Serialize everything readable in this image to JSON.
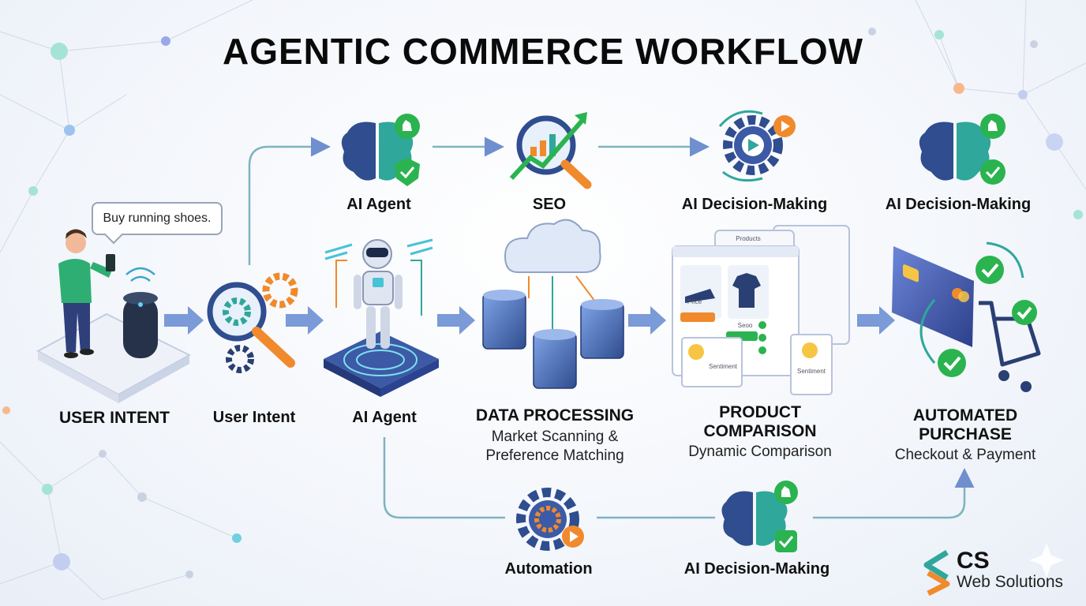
{
  "title": "AGENTIC COMMERCE WORKFLOW",
  "speech_bubble": "Buy running shoes.",
  "stages": {
    "user_intent_main": "USER INTENT",
    "user_intent": "User Intent",
    "ai_agent": "AI Agent",
    "data_processing_title": "DATA PROCESSING",
    "data_processing_sub1": "Market Scanning &",
    "data_processing_sub2": "Preference Matching",
    "product_comparison_title1": "PRODUCT",
    "product_comparison_title2": "COMPARISON",
    "product_comparison_sub": "Dynamic Comparison",
    "automated_purchase_title1": "AUTOMATED",
    "automated_purchase_title2": "PURCHASE",
    "automated_purchase_sub": "Checkout & Payment"
  },
  "top_row": {
    "ai_agent": "AI Agent",
    "seo": "SEO",
    "decision1": "AI Decision-Making",
    "decision2": "AI Decision-Making"
  },
  "bottom_row": {
    "automation": "Automation",
    "decision": "AI Decision-Making"
  },
  "screen_texts": {
    "products": "Products",
    "price": "Price",
    "seoo": "Seoo",
    "sentiment1": "Sentiment",
    "sentiment2": "Sentiment"
  },
  "logo": {
    "mark": "CS",
    "name": "Web Solutions"
  },
  "colors": {
    "arrow": "#6f8fcf",
    "connector": "#5aa9a3",
    "teal": "#2fa79b",
    "orange": "#f08a2c",
    "green": "#2bb34f",
    "navy": "#2a3f73"
  }
}
